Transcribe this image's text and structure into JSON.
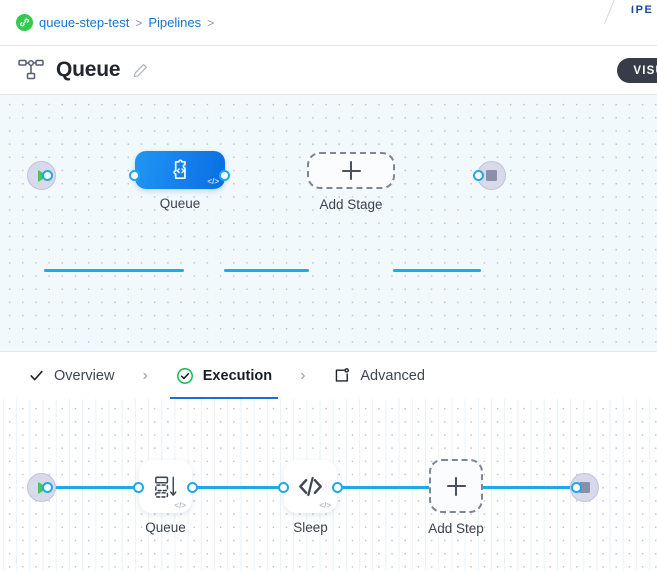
{
  "window": {
    "page_tab_label": "PIPE"
  },
  "breadcrumb": {
    "repo_icon": "link-circle-icon",
    "items": [
      {
        "label": "queue-step-test",
        "separator": ">"
      },
      {
        "label": "Pipelines",
        "separator": ">"
      }
    ]
  },
  "header": {
    "icon": "pipeline-icon",
    "title": "Queue",
    "edit_icon": "pencil-icon",
    "visualize_button": "VISU"
  },
  "stage_canvas": {
    "name": "stage-graph",
    "start_node": {
      "icon": "play-icon"
    },
    "end_node": {
      "icon": "stop-icon"
    },
    "nodes": [
      {
        "id": "queue-stage",
        "label": "Queue",
        "icon": "puzzle-code-icon",
        "badge": "</>",
        "type": "primary"
      },
      {
        "id": "add-stage",
        "label": "Add Stage",
        "icon": "plus-icon",
        "type": "add"
      }
    ]
  },
  "stage_tabs": {
    "items": [
      {
        "id": "overview",
        "label": "Overview",
        "icon": "check-icon",
        "active": false
      },
      {
        "id": "execution",
        "label": "Execution",
        "icon": "check-circle-icon",
        "active": true
      },
      {
        "id": "advanced",
        "label": "Advanced",
        "icon": "card-gear-icon",
        "active": false
      }
    ],
    "separator": "›"
  },
  "step_canvas": {
    "name": "step-graph",
    "start_node": {
      "icon": "play-icon"
    },
    "end_node": {
      "icon": "stop-icon"
    },
    "nodes": [
      {
        "id": "queue-step",
        "label": "Queue",
        "icon": "queue-stack-icon",
        "badge": "</>",
        "type": "white"
      },
      {
        "id": "sleep-step",
        "label": "Sleep",
        "icon": "code-brackets-icon",
        "badge": "</>",
        "type": "white"
      },
      {
        "id": "add-step",
        "label": "Add Step",
        "icon": "plus-icon",
        "type": "add"
      }
    ]
  },
  "colors": {
    "accent_blue": "#1a6fe0",
    "edge_blue": "#21a8e8",
    "node_blue": "#1683ef",
    "success_green": "#2fcc4e",
    "link_blue": "#1775d1",
    "canvas_top_bg": "#f1f9fc",
    "dark_button": "#383b49"
  }
}
